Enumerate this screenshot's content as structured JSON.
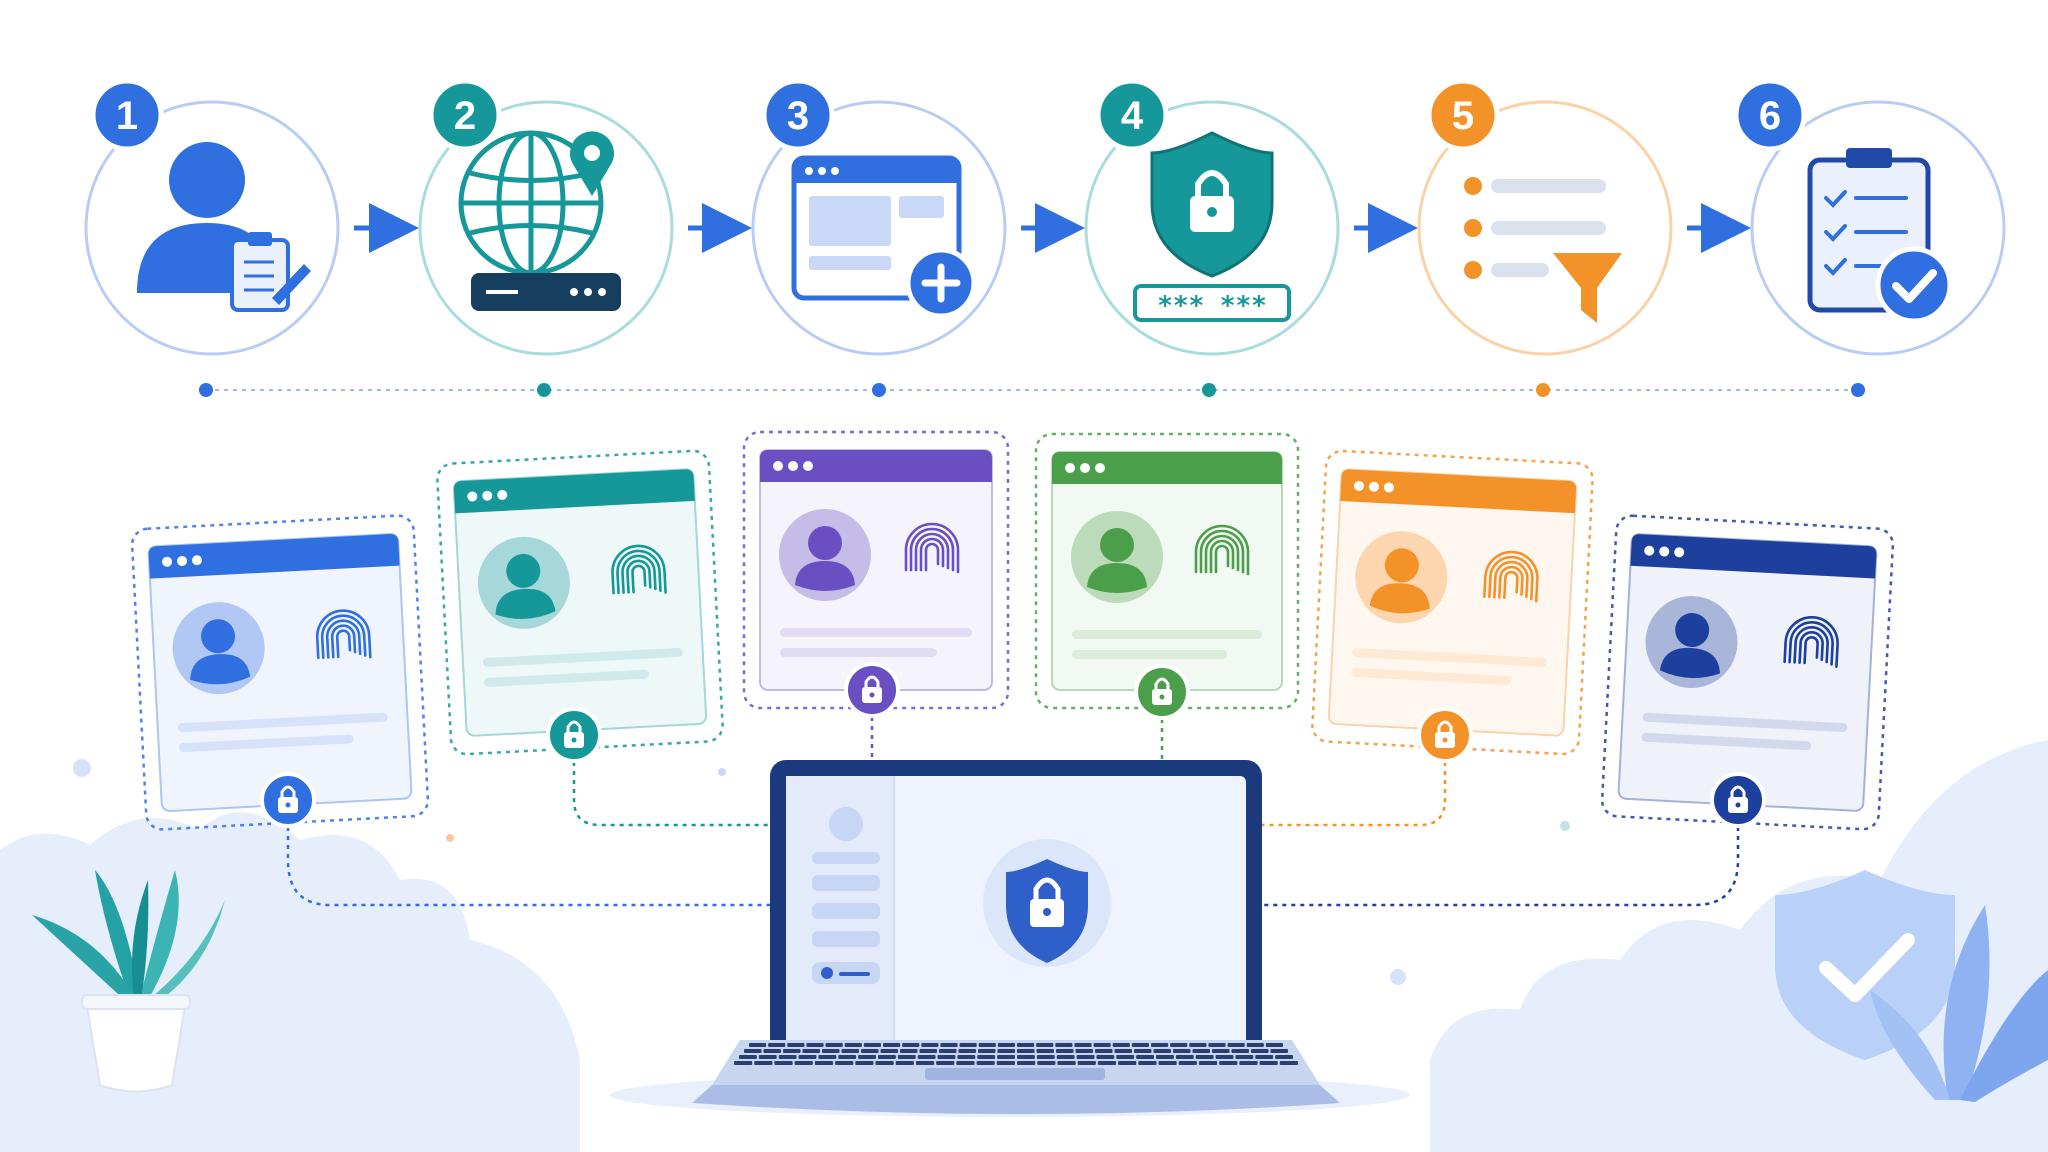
{
  "colors": {
    "blue": "#2f6fe0",
    "navy": "#1f4aa8",
    "teal": "#16989a",
    "purple": "#6a4fc2",
    "green": "#4c9f4a",
    "orange": "#f4922a",
    "darkblue": "#1d3f9e"
  },
  "steps": [
    {
      "number": "1",
      "color": "#2f6fe0",
      "icon": "user-clipboard-icon"
    },
    {
      "number": "2",
      "color": "#16989a",
      "icon": "globe-router-icon"
    },
    {
      "number": "3",
      "color": "#2f6fe0",
      "icon": "browser-add-icon"
    },
    {
      "number": "4",
      "color": "#16989a",
      "icon": "shield-password-icon"
    },
    {
      "number": "5",
      "color": "#f4922a",
      "icon": "list-filter-icon"
    },
    {
      "number": "6",
      "color": "#2f6fe0",
      "icon": "checklist-check-icon"
    }
  ],
  "step4_password": "***  ***",
  "profiles": [
    {
      "color": "#2f6fe0",
      "icon": "fingerprint-icon"
    },
    {
      "color": "#16989a",
      "icon": "fingerprint-icon"
    },
    {
      "color": "#6a4fc2",
      "icon": "fingerprint-icon"
    },
    {
      "color": "#4c9f4a",
      "icon": "fingerprint-icon"
    },
    {
      "color": "#f4922a",
      "icon": "fingerprint-icon"
    },
    {
      "color": "#1d3f9e",
      "icon": "fingerprint-icon"
    }
  ],
  "laptop": {
    "icon": "shield-lock-icon"
  }
}
